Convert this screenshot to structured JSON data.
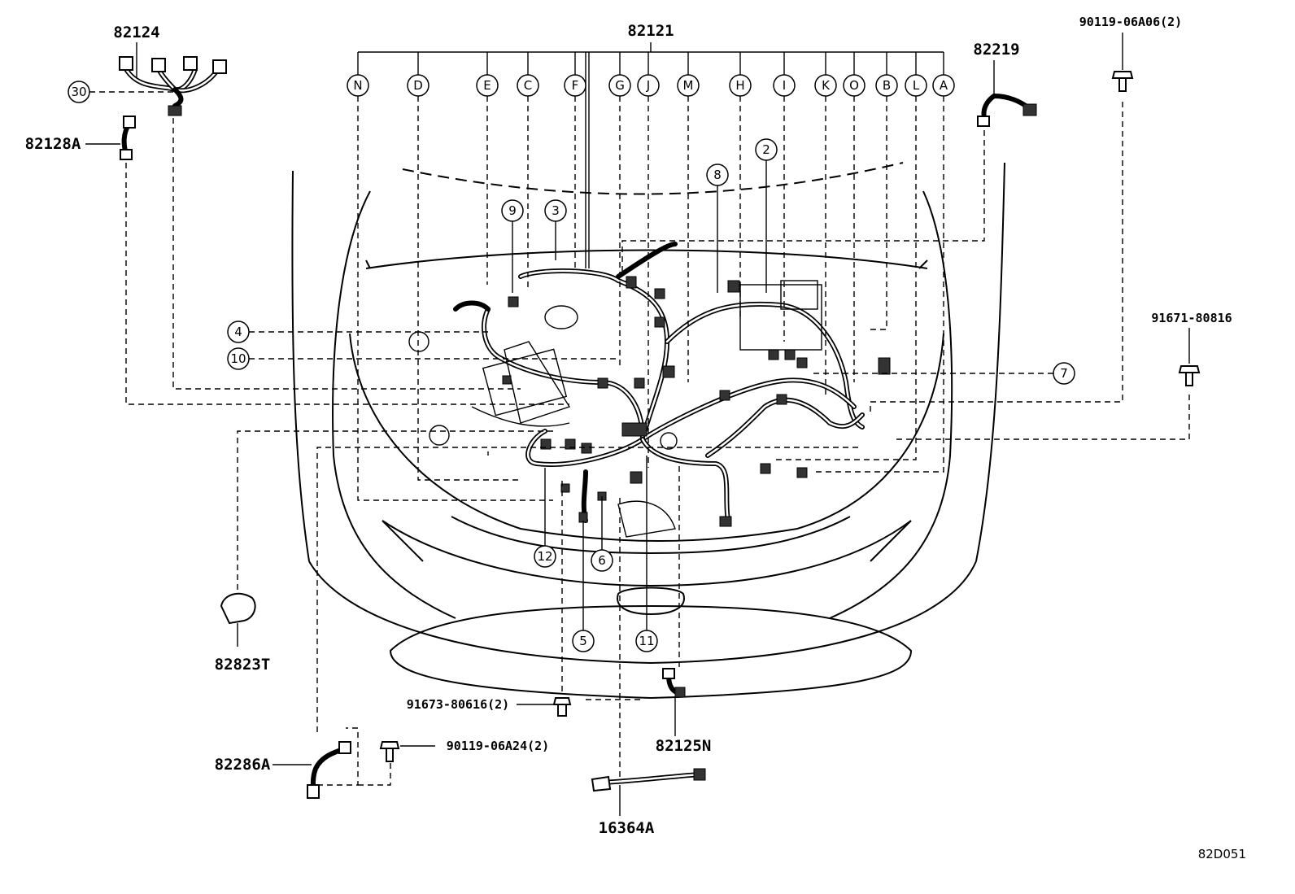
{
  "diagram": {
    "main_part": "82121",
    "connector_letters": [
      "N",
      "D",
      "E",
      "C",
      "F",
      "G",
      "J",
      "M",
      "H",
      "I",
      "K",
      "O",
      "B",
      "L",
      "A"
    ],
    "callouts": [
      "30",
      "4",
      "10",
      "9",
      "3",
      "8",
      "2",
      "7",
      "12",
      "6",
      "5",
      "11"
    ],
    "parts": {
      "p82124": "82124",
      "p82128a": "82128A",
      "p82219": "82219",
      "p90119_06a06": "90119-06A06(2)",
      "p91671_80816": "91671-80816",
      "p82823t": "82823T",
      "p91673_80616": "91673-80616(2)",
      "p82125n": "82125N",
      "p82286a": "82286A",
      "p90119_06a24": "90119-06A24(2)",
      "p16364a": "16364A"
    },
    "figure_code": "82D051"
  }
}
